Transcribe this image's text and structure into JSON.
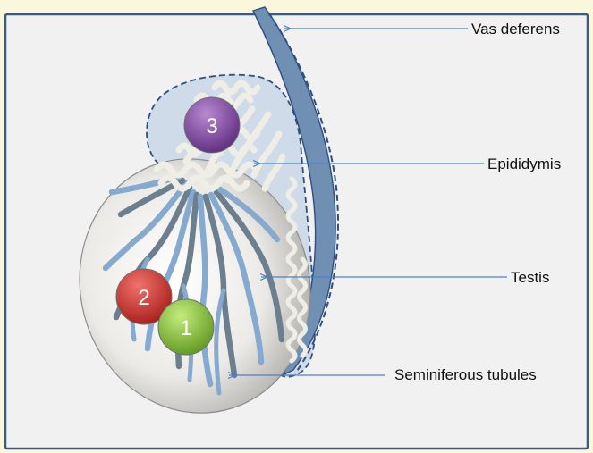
{
  "labels": {
    "vas_deferens": "Vas deferens",
    "epididymis": "Epididymis",
    "testis": "Testis",
    "seminiferous_tubules": "Seminiferous tubules"
  },
  "markers": {
    "one": "1",
    "two": "2",
    "three": "3"
  },
  "colors": {
    "background": "#fbf7dd",
    "panel": "#f1f1f1",
    "frame": "#3b5a86",
    "leader_line": "#4f7fc1",
    "vas_fill": "#6f8fb3",
    "epididymis_fill": "#c9d7e8",
    "tubule": "#86a9cf",
    "tubule_dark": "#6b7f8f",
    "coil": "#efeee6",
    "marker_1": "#7bb52e",
    "marker_2": "#c9312d",
    "marker_3": "#7f3fa0"
  }
}
